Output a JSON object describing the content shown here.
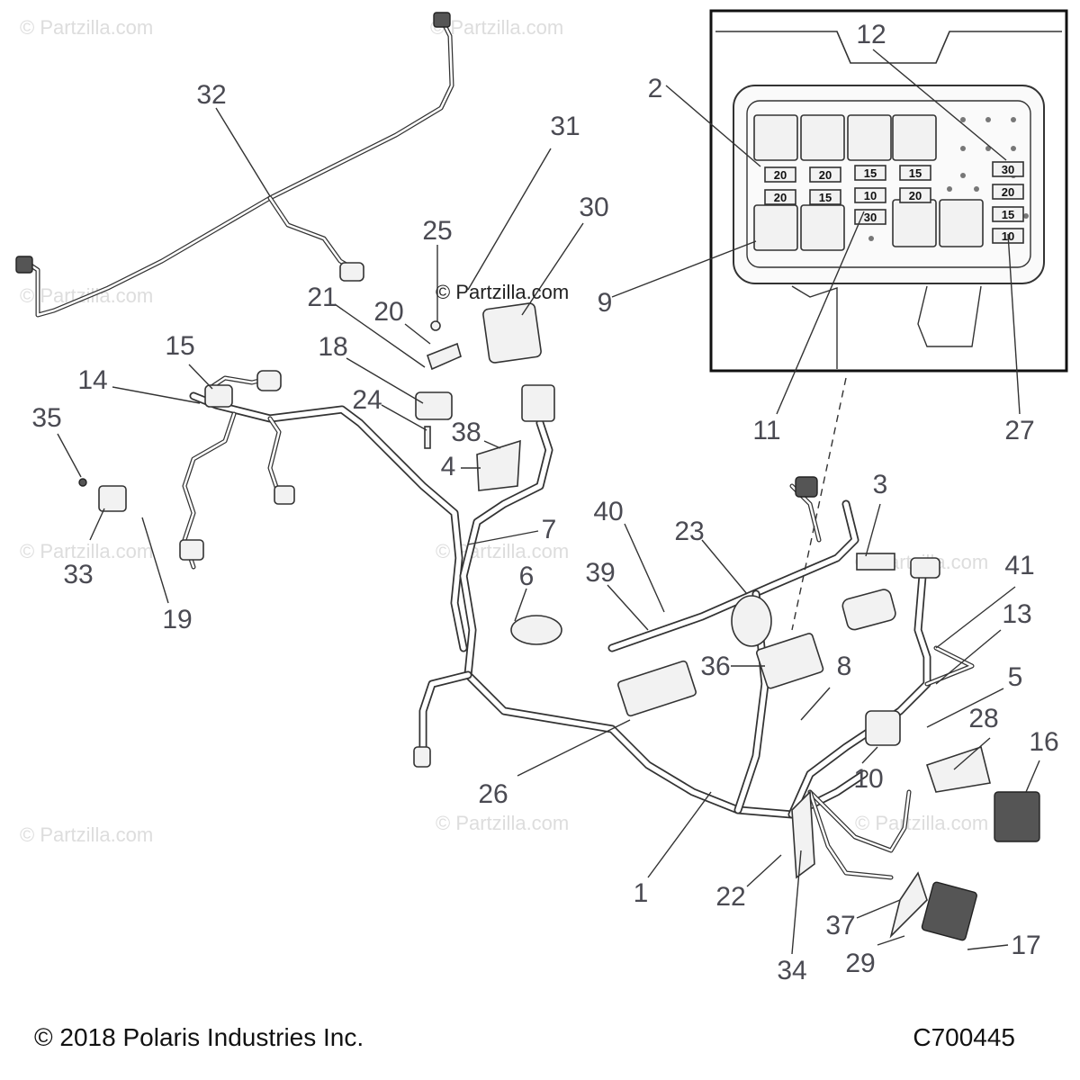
{
  "watermark": "© Partzilla.com",
  "center_watermark": "© Partzilla.com",
  "copyright": "© 2018 Polaris Industries Inc.",
  "diagram_id": "C700445",
  "fuse_box": {
    "top_row": [
      "20",
      "20",
      "15",
      "15",
      "30"
    ],
    "second_row": [
      "20",
      "15",
      "10",
      "20",
      "20"
    ],
    "third_row": [
      "30",
      "15"
    ],
    "bottom_right": "10"
  },
  "callouts": {
    "c1": "1",
    "c2": "2",
    "c3": "3",
    "c4": "4",
    "c5": "5",
    "c6": "6",
    "c7": "7",
    "c8": "8",
    "c9": "9",
    "c10": "10",
    "c11": "11",
    "c12": "12",
    "c13": "13",
    "c14": "14",
    "c15": "15",
    "c16": "16",
    "c17": "17",
    "c18": "18",
    "c19": "19",
    "c20": "20",
    "c21": "21",
    "c22": "22",
    "c23": "23",
    "c24": "24",
    "c25": "25",
    "c26": "26",
    "c27": "27",
    "c28": "28",
    "c29": "29",
    "c30": "30",
    "c31": "31",
    "c32": "32",
    "c33": "33",
    "c34": "34",
    "c35": "35",
    "c36": "36",
    "c37": "37",
    "c38": "38",
    "c39": "39",
    "c40": "40",
    "c41": "41"
  }
}
